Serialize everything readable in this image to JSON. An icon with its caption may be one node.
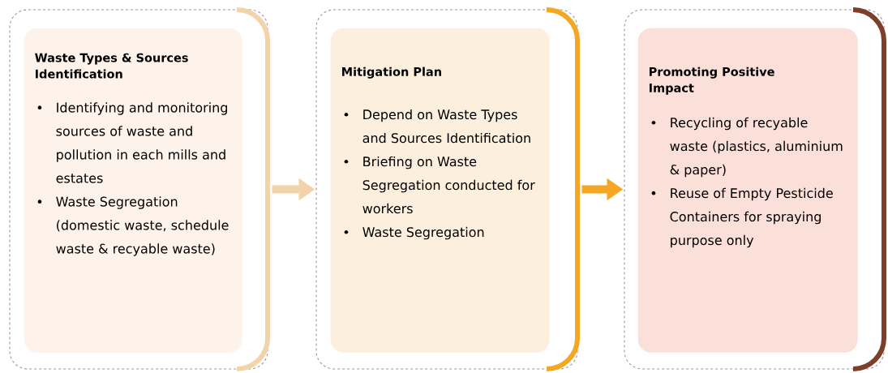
{
  "diagram": {
    "nodes": [
      {
        "text": [],
        "shape": "box"
      },
      {
        "text": [
          "Waste Types & Sources Identification",
          "Identifying and monitoring sources of waste and pollution in each mills and estates",
          "Waste Segregation (domestic waste, schedule waste & recyable waste)"
        ],
        "in": 0
      },
      {
        "text": [],
        "shape": "box"
      },
      {
        "text": [
          "Mitigation Plan",
          "Depend on Waste Types and Sources Identification",
          "Briefing on Waste Segregation conducted for workers",
          "Waste Segregation"
        ],
        "in": 2
      },
      {
        "text": [],
        "shape": "box"
      },
      {
        "text": [
          "Promoting Positive Impact",
          "Recycling of recyable waste (plastics, aluminium & paper)",
          "Reuse of Empty Pesticide Containers for spraying purpose only"
        ],
        "in": 4
      }
    ],
    "edges": [
      {
        "from": 0,
        "to": 2,
        "arrow": "to",
        "color": "#f2d3aa"
      },
      {
        "from": 2,
        "to": 4,
        "arrow": "to",
        "color": "#f5a623"
      }
    ]
  }
}
